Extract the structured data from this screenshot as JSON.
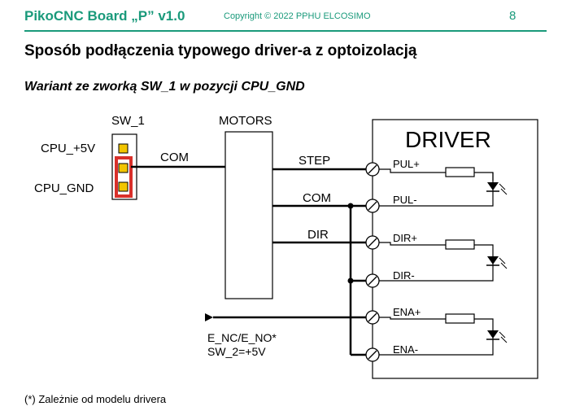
{
  "header": {
    "title": "PikoCNC Board „P” v1.0",
    "copyright": "Copyright © 2022 PPHU ELCOSIMO",
    "page_number": "8",
    "accent_color": "#1a9a7b"
  },
  "title": "Sposób podłączenia typowego driver-a z optoizolacją",
  "subtitle": "Wariant ze zworką SW_1 w pozycji CPU_GND",
  "diagram": {
    "jumper_label": "SW_1",
    "pin_top_label": "CPU_+5V",
    "pin_bottom_label": "CPU_GND",
    "com_label": "COM",
    "motors_label": "MOTORS",
    "driver_label": "DRIVER",
    "step_label": "STEP",
    "com2_label": "COM",
    "dir_label": "DIR",
    "enable_label_1": "E_NC/E_NO*",
    "enable_label_2": "SW_2=+5V",
    "terminals": [
      "PUL+",
      "PUL-",
      "DIR+",
      "DIR-",
      "ENA+",
      "ENA-"
    ],
    "jumper_highlight_color": "#d9302a",
    "pin_color": "#f2c500"
  },
  "footnote": "(*) Zależnie od modelu drivera"
}
